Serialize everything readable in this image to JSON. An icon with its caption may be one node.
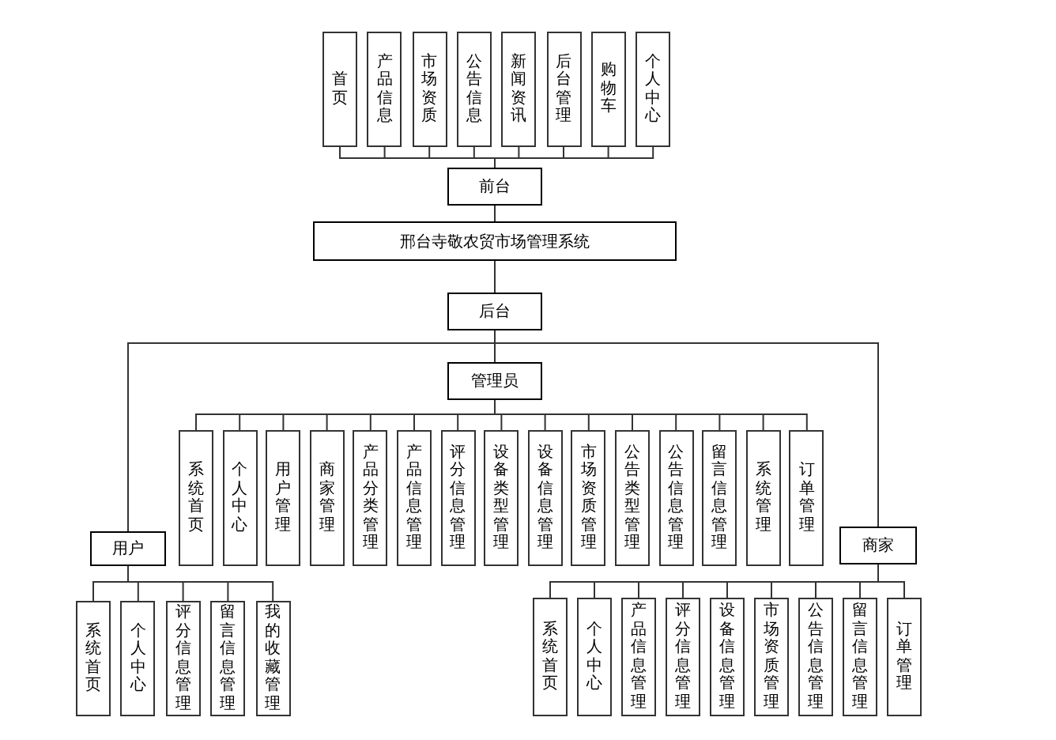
{
  "diagram": {
    "nodes": [
      {
        "text": [
          "首页"
        ]
      },
      {
        "text": [
          "产品信息"
        ]
      },
      {
        "text": [
          "市场资质"
        ]
      },
      {
        "text": [
          "公告信息"
        ]
      },
      {
        "text": [
          "新闻资讯"
        ]
      },
      {
        "text": [
          "后台管理"
        ]
      },
      {
        "text": [
          "购物车"
        ]
      },
      {
        "text": [
          "个人中心"
        ]
      },
      {
        "text": [
          "前台"
        ]
      },
      {
        "text": [
          "邢台寺敬农贸市场管理系统"
        ]
      },
      {
        "text": [
          "后台"
        ]
      },
      {
        "text": [
          "管理员"
        ]
      },
      {
        "text": [
          "系统首页"
        ]
      },
      {
        "text": [
          "个人中心"
        ]
      },
      {
        "text": [
          "用户管理"
        ]
      },
      {
        "text": [
          "商家管理"
        ]
      },
      {
        "text": [
          "产品分类管理"
        ]
      },
      {
        "text": [
          "产品信息管理"
        ]
      },
      {
        "text": [
          "评分信息管理"
        ]
      },
      {
        "text": [
          "设备类型管理"
        ]
      },
      {
        "text": [
          "设备信息管理"
        ]
      },
      {
        "text": [
          "市场资质管理"
        ]
      },
      {
        "text": [
          "公告类型管理"
        ]
      },
      {
        "text": [
          "公告信息管理"
        ]
      },
      {
        "text": [
          "留言信息管理"
        ]
      },
      {
        "text": [
          "系统管理"
        ]
      },
      {
        "text": [
          "订单管理"
        ]
      },
      {
        "text": [
          "用户"
        ]
      },
      {
        "text": [
          "系统首页"
        ]
      },
      {
        "text": [
          "个人中心"
        ]
      },
      {
        "text": [
          "评分信息管理"
        ]
      },
      {
        "text": [
          "留言信息管理"
        ]
      },
      {
        "text": [
          "我的收藏管理"
        ]
      },
      {
        "text": [
          "商家"
        ]
      },
      {
        "text": [
          "系统首页"
        ]
      },
      {
        "text": [
          "个人中心"
        ]
      },
      {
        "text": [
          "产品信息管理"
        ]
      },
      {
        "text": [
          "评分信息管理"
        ]
      },
      {
        "text": [
          "设备信息管理"
        ]
      },
      {
        "text": [
          "市场资质管理"
        ]
      },
      {
        "text": [
          "公告信息管理"
        ]
      },
      {
        "text": [
          "留言信息管理"
        ]
      },
      {
        "text": [
          "订单管理"
        ]
      }
    ],
    "edges": [
      {
        "from": 8,
        "to": 0,
        "arrow": "none"
      },
      {
        "from": 8,
        "to": 1,
        "arrow": "none"
      },
      {
        "from": 8,
        "to": 2,
        "arrow": "none"
      },
      {
        "from": 8,
        "to": 3,
        "arrow": "none"
      },
      {
        "from": 8,
        "to": 4,
        "arrow": "none"
      },
      {
        "from": 8,
        "to": 5,
        "arrow": "none"
      },
      {
        "from": 8,
        "to": 6,
        "arrow": "none"
      },
      {
        "from": 8,
        "to": 7,
        "arrow": "none"
      },
      {
        "from": 9,
        "to": 8,
        "arrow": "none"
      },
      {
        "from": 9,
        "to": 10,
        "arrow": "none"
      },
      {
        "from": 10,
        "to": 11,
        "arrow": "none"
      },
      {
        "from": 10,
        "to": 27,
        "arrow": "none"
      },
      {
        "from": 10,
        "to": 33,
        "arrow": "none"
      },
      {
        "from": 11,
        "to": 12,
        "arrow": "none"
      },
      {
        "from": 11,
        "to": 13,
        "arrow": "none"
      },
      {
        "from": 11,
        "to": 14,
        "arrow": "none"
      },
      {
        "from": 11,
        "to": 15,
        "arrow": "none"
      },
      {
        "from": 11,
        "to": 16,
        "arrow": "none"
      },
      {
        "from": 11,
        "to": 17,
        "arrow": "none"
      },
      {
        "from": 11,
        "to": 18,
        "arrow": "none"
      },
      {
        "from": 11,
        "to": 19,
        "arrow": "none"
      },
      {
        "from": 11,
        "to": 20,
        "arrow": "none"
      },
      {
        "from": 11,
        "to": 21,
        "arrow": "none"
      },
      {
        "from": 11,
        "to": 22,
        "arrow": "none"
      },
      {
        "from": 11,
        "to": 23,
        "arrow": "none"
      },
      {
        "from": 11,
        "to": 24,
        "arrow": "none"
      },
      {
        "from": 11,
        "to": 25,
        "arrow": "none"
      },
      {
        "from": 11,
        "to": 26,
        "arrow": "none"
      },
      {
        "from": 27,
        "to": 28,
        "arrow": "none"
      },
      {
        "from": 27,
        "to": 29,
        "arrow": "none"
      },
      {
        "from": 27,
        "to": 30,
        "arrow": "none"
      },
      {
        "from": 27,
        "to": 31,
        "arrow": "none"
      },
      {
        "from": 27,
        "to": 32,
        "arrow": "none"
      },
      {
        "from": 33,
        "to": 34,
        "arrow": "none"
      },
      {
        "from": 33,
        "to": 35,
        "arrow": "none"
      },
      {
        "from": 33,
        "to": 36,
        "arrow": "none"
      },
      {
        "from": 33,
        "to": 37,
        "arrow": "none"
      },
      {
        "from": 33,
        "to": 38,
        "arrow": "none"
      },
      {
        "from": 33,
        "to": 39,
        "arrow": "none"
      },
      {
        "from": 33,
        "to": 40,
        "arrow": "none"
      },
      {
        "from": 33,
        "to": 41,
        "arrow": "none"
      },
      {
        "from": 33,
        "to": 42,
        "arrow": "none"
      }
    ]
  }
}
